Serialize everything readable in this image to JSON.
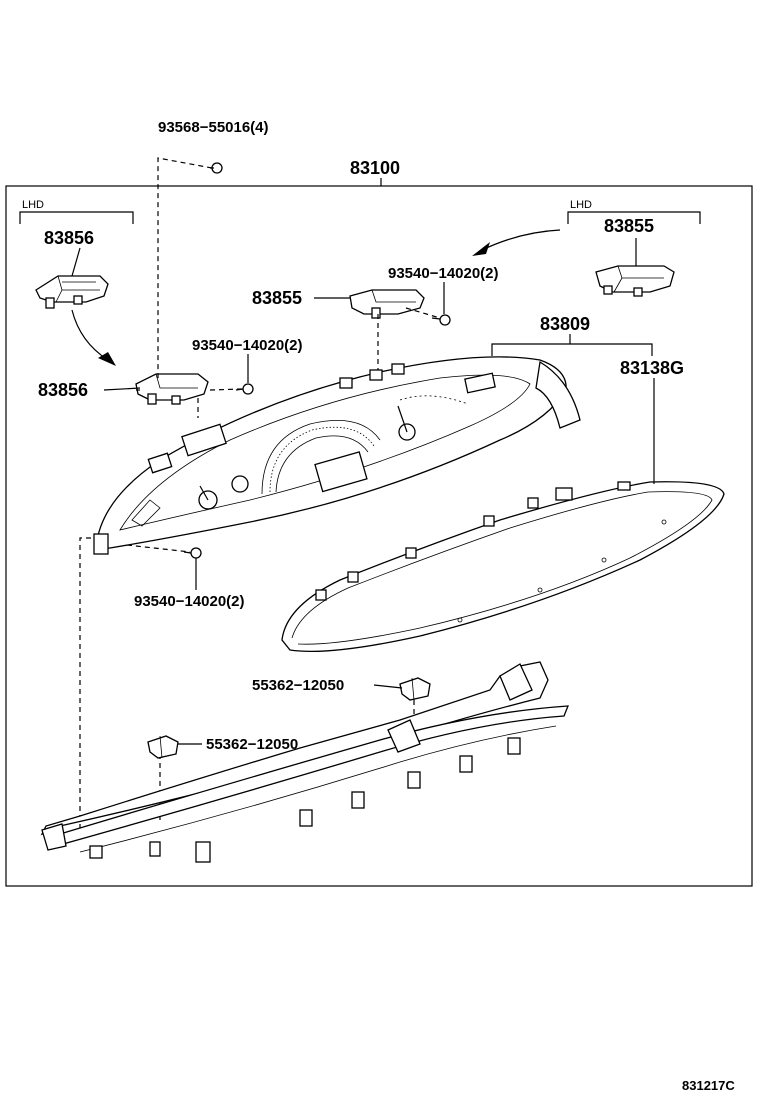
{
  "labels": {
    "screw_top": "93568−55016(4)",
    "assembly": "83100",
    "lhd_left": "LHD",
    "bracket_left_top": "83856",
    "bracket_left": "83856",
    "bracket_center": "83855",
    "screw_right": "93540−14020(2)",
    "lhd_right": "LHD",
    "bracket_right": "83855",
    "screw_left_mid": "93540−14020(2)",
    "lens_assy": "83809",
    "glass": "83138G",
    "screw_bottom": "93540−14020(2)",
    "clip_right": "55362−12050",
    "clip_left": "55362−12050",
    "diagram_code": "831217C"
  }
}
